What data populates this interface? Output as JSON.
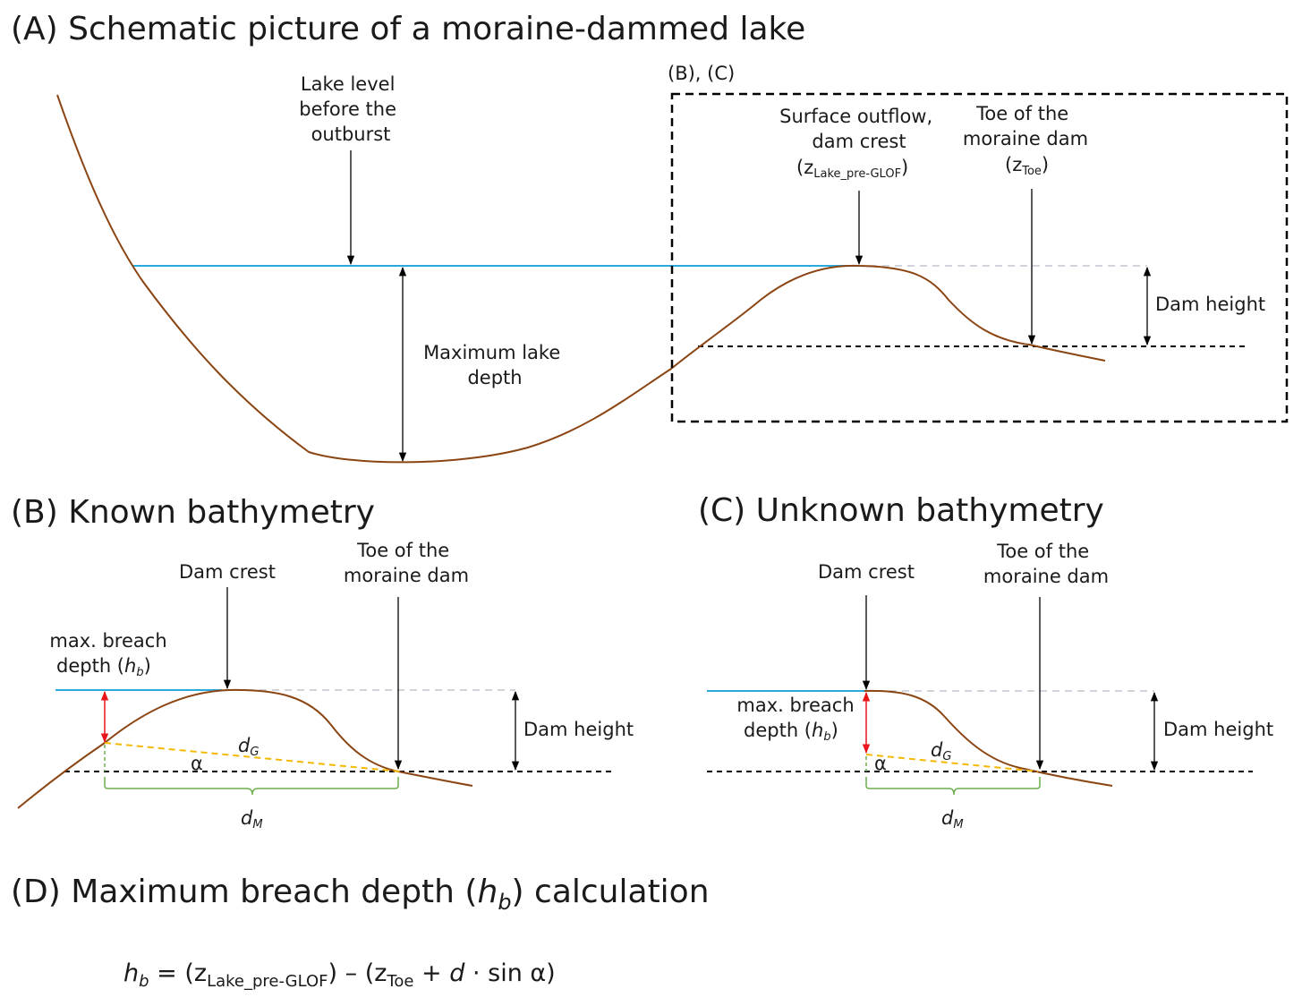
{
  "colors": {
    "terrain": "#8B4513",
    "water": "#2BA8DC",
    "extension": "#D3D3DE",
    "guide": "#000000",
    "breach_arrow": "#E8151B",
    "slope": "#F5B800",
    "brace": "#6BAE4A"
  },
  "panel_a": {
    "title": "(A) Schematic picture of a moraine-dammed lake",
    "inset_label": "(B), (C)",
    "lake_level": {
      "l1": "Lake level",
      "l2": "before the",
      "l3": "outburst"
    },
    "max_depth": {
      "l1": "Maximum lake",
      "l2": "depth"
    },
    "outflow": {
      "l1": "Surface outflow,",
      "l2": "dam crest",
      "z": "z",
      "sub": "Lake_pre-GLOF",
      "open": "(",
      "close": ")"
    },
    "toe": {
      "l1": "Toe of the",
      "l2": "moraine dam",
      "z": "z",
      "sub": "Toe",
      "open": "(",
      "close": ")"
    },
    "dam_height": "Dam height"
  },
  "panel_b": {
    "title": "(B) Known bathymetry",
    "dam_crest": "Dam crest",
    "toe": {
      "l1": "Toe of the",
      "l2": "moraine dam"
    },
    "breach": {
      "l1": "max. breach",
      "l2_pre": "depth (",
      "h": "h",
      "b": "b",
      "close": ")"
    },
    "dam_height": "Dam height",
    "alpha": "α",
    "dg": {
      "d": "d",
      "sub": "G"
    },
    "dm": {
      "d": "d",
      "sub": "M"
    }
  },
  "panel_c": {
    "title": "(C) Unknown bathymetry",
    "dam_crest": "Dam crest",
    "toe": {
      "l1": "Toe of the",
      "l2": "moraine dam"
    },
    "breach": {
      "l1": "max. breach",
      "l2_pre": "depth (",
      "h": "h",
      "b": "b",
      "close": ")"
    },
    "dam_height": "Dam height",
    "alpha": "α",
    "dg": {
      "d": "d",
      "sub": "G"
    },
    "dm": {
      "d": "d",
      "sub": "M"
    }
  },
  "panel_d": {
    "title_pre": "(D) Maximum breach depth (",
    "title_h": "h",
    "title_b": "b",
    "title_post": ") calculation",
    "eq": {
      "h": "h",
      "b": "b",
      "part1": " = (z",
      "sub1": "Lake_pre-GLOF",
      "part2": ") – (z",
      "sub2": "Toe",
      "part3": " + ",
      "d": "d",
      "part4": " · sin α)"
    }
  }
}
